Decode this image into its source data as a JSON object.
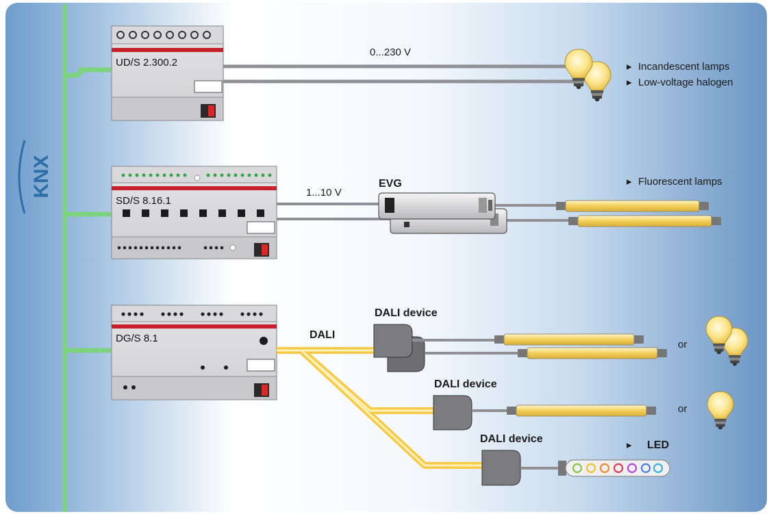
{
  "brand": {
    "logo_text": "KNX",
    "bus_color": "#7ed37f",
    "accent_red": "#c8202a",
    "dali_color": "#f7c948",
    "bg_blue": "#5f8fbf"
  },
  "modules": [
    {
      "name": "UD/S 2.300.2"
    },
    {
      "name": "SD/S 8.16.1"
    },
    {
      "name": "DG/S 8.1"
    }
  ],
  "signals": {
    "voltage_230": "0...230 V",
    "voltage_10": "1...10 V",
    "dali": "DALI",
    "evg": "EVG"
  },
  "dali_devices": [
    "DALI device",
    "DALI device",
    "DALI device"
  ],
  "loads": {
    "incandescent": "Incandescent lamps",
    "halogen": "Low-voltage halogen",
    "fluorescent": "Fluorescent lamps",
    "led": "LED",
    "or_1": "or",
    "or_2": "or"
  },
  "bullet": "▸"
}
